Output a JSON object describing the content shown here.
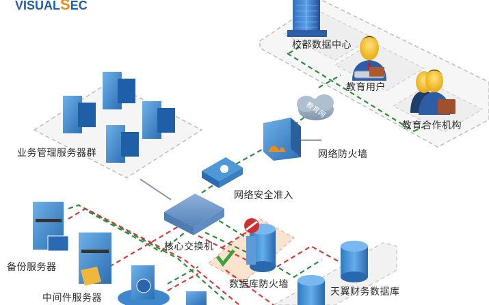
{
  "logo": {
    "part1": "V",
    "part2": "ISUAL",
    "accent": "S",
    "part3": "EC",
    "color": "#1f5fa8",
    "accent_color": "#ef8a17"
  },
  "nodes": {
    "campus_datacenter": "校部数据中心",
    "edu_user": "教育用户",
    "edu_partner": "教育合作机构",
    "edu_net": "教育网",
    "net_firewall": "网络防火墙",
    "biz_servers": "业务管理服务器群",
    "net_access": "网络安全准入",
    "core_switch": "核心交换机",
    "backup_server": "备份服务器",
    "middleware_server": "中间件服务器",
    "db_firewall": "数据库防火墙",
    "finance_db": "天翼财务数据库"
  },
  "colors": {
    "allowed_link": "#2e8b3a",
    "blocked_link": "#d23a3a",
    "zone_border": "#b9b9b9",
    "zone_fill": "#f3f3f3",
    "db_firewall_zone": "#fbe3d0",
    "device_blue": "#3d86c6"
  }
}
